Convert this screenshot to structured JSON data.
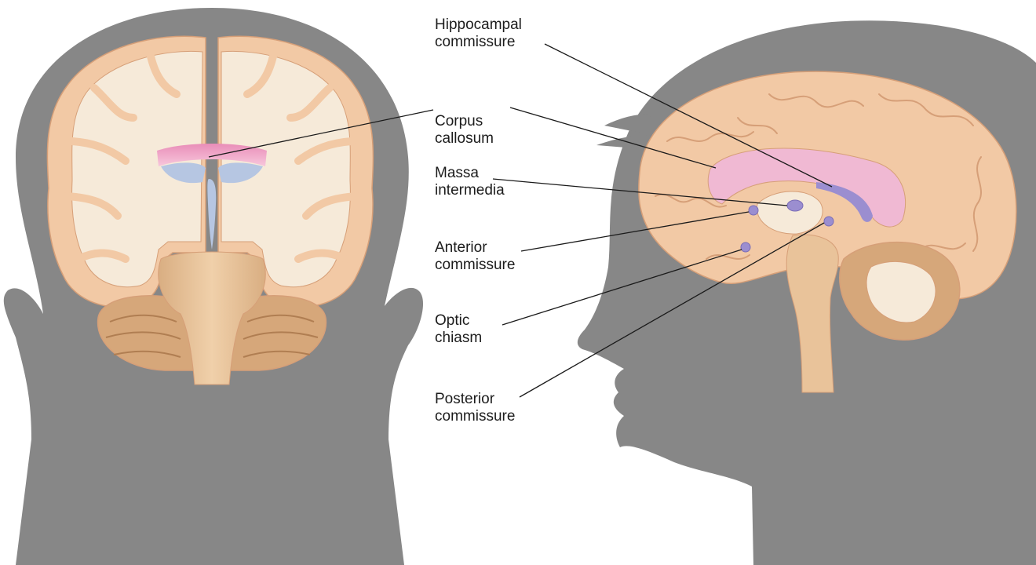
{
  "figure": {
    "views": [
      {
        "id": "coronal",
        "name": "coronal-section-view"
      },
      {
        "id": "sagittal",
        "name": "midsagittal-section-view"
      }
    ],
    "labels": {
      "hippocampal_commissure": [
        "Hippocampal",
        "commissure"
      ],
      "corpus_callosum": [
        "Corpus",
        "callosum"
      ],
      "massa_intermedia": [
        "Massa",
        "intermedia"
      ],
      "anterior_commissure": [
        "Anterior",
        "commissure"
      ],
      "optic_chiasm": [
        "Optic",
        "chiasm"
      ],
      "posterior_commissure": [
        "Posterior",
        "commissure"
      ]
    }
  },
  "colors": {
    "silhouette": "#878787",
    "cortex": "#f2c9a5",
    "cortex_dark": "#d69f78",
    "white_matter": "#f6ead9",
    "commissure_pink": "#f0b9d3",
    "ventricle_blue": "#b6c6e2",
    "small_nucleus": "#9b8ed0",
    "cerebellum": "#d6a77a",
    "brainstem": "#e9c39a",
    "leader_line": "#1a1a1a"
  }
}
